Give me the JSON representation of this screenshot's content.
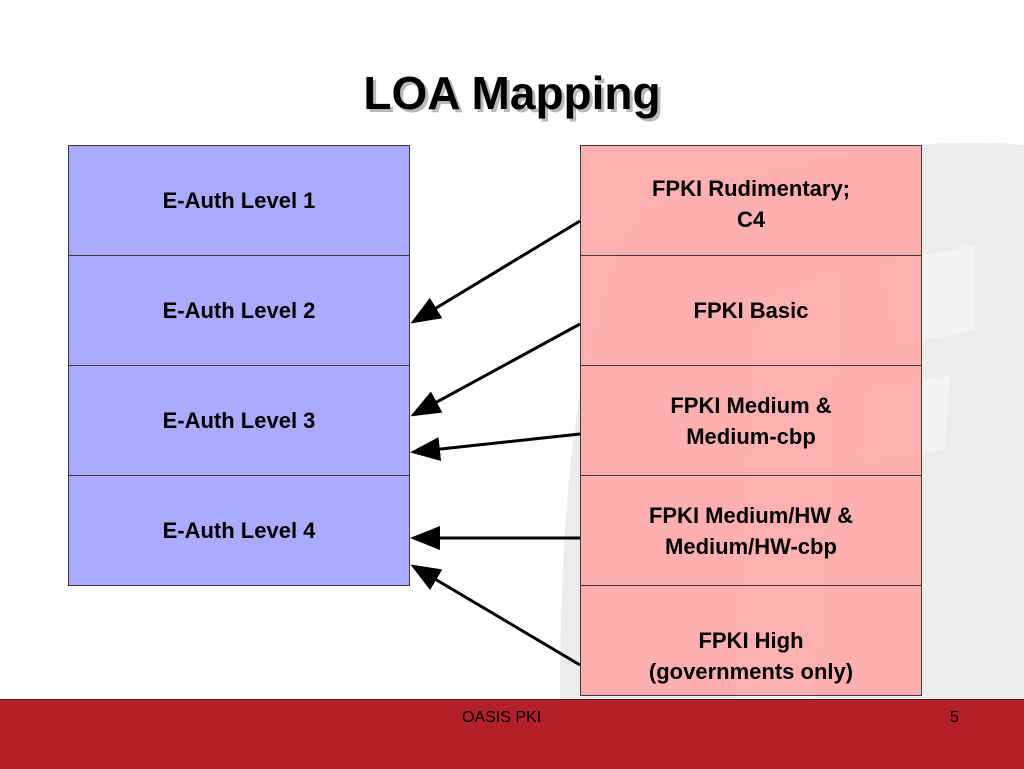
{
  "slide": {
    "title": "LOA Mapping",
    "left_boxes": [
      "E-Auth Level 1",
      "E-Auth Level 2",
      "E-Auth Level 3",
      "E-Auth Level 4"
    ],
    "right_boxes": [
      [
        "FPKI Rudimentary;",
        "C4"
      ],
      [
        "FPKI Basic"
      ],
      [
        "FPKI Medium &",
        "Medium-cbp"
      ],
      [
        "FPKI Medium/HW &",
        "Medium/HW-cbp"
      ],
      [
        "FPKI High",
        "(governments only)"
      ]
    ],
    "mappings": [
      {
        "from": "FPKI Rudimentary; C4",
        "to": "E-Auth Level 2"
      },
      {
        "from": "FPKI Basic",
        "to": "E-Auth Level 3"
      },
      {
        "from": "FPKI Medium & Medium-cbp",
        "to": "E-Auth Level 3"
      },
      {
        "from": "FPKI Medium/HW & Medium/HW-cbp",
        "to": "E-Auth Level 4"
      },
      {
        "from": "FPKI High (governments only)",
        "to": "E-Auth Level 4"
      }
    ]
  },
  "footer": {
    "label": "OASIS PKI",
    "page": "5"
  },
  "colors": {
    "left_box": "#aaaaff",
    "right_box": "#ffaaaa",
    "footer_band": "#b3202a"
  }
}
